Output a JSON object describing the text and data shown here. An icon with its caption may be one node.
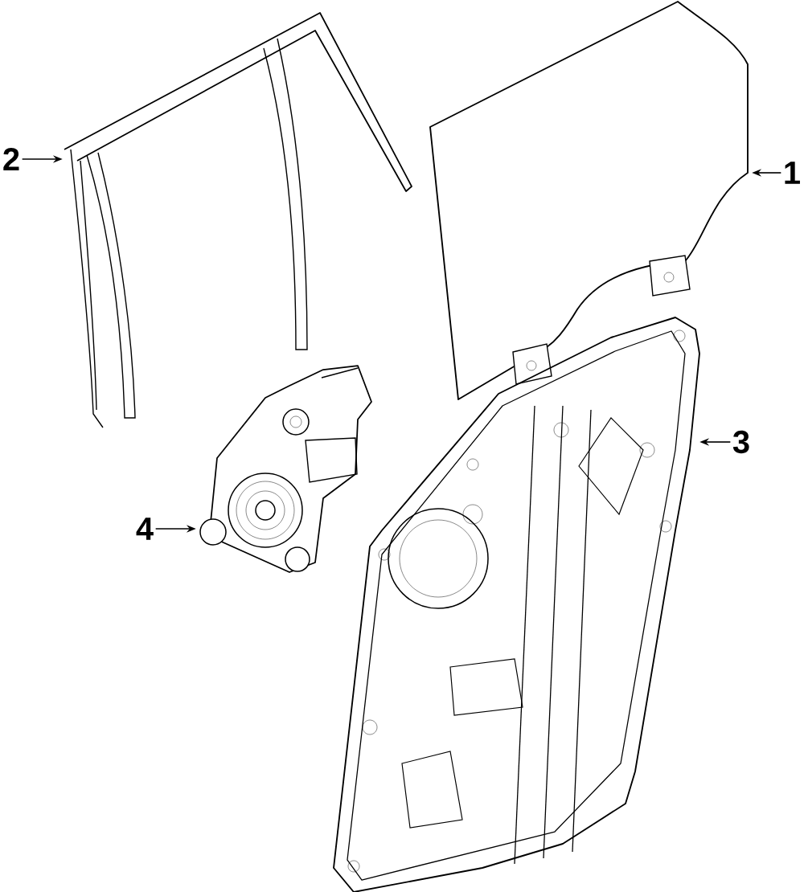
{
  "diagram": {
    "nodes": [
      {
        "text": [
          "1"
        ]
      },
      {
        "text": [],
        "shape": "picture"
      },
      {
        "text": [
          "2"
        ]
      },
      {
        "text": [],
        "shape": "picture"
      },
      {
        "text": [
          "3"
        ]
      },
      {
        "text": [],
        "shape": "picture"
      },
      {
        "text": [
          "4"
        ]
      },
      {
        "text": [],
        "shape": "picture"
      }
    ],
    "edges": [
      {
        "from": 0,
        "to": 1,
        "arrow": "to"
      },
      {
        "from": 2,
        "to": 3,
        "arrow": "to"
      },
      {
        "from": 4,
        "to": 5,
        "arrow": "to"
      },
      {
        "from": 6,
        "to": 7,
        "arrow": "to"
      }
    ]
  }
}
